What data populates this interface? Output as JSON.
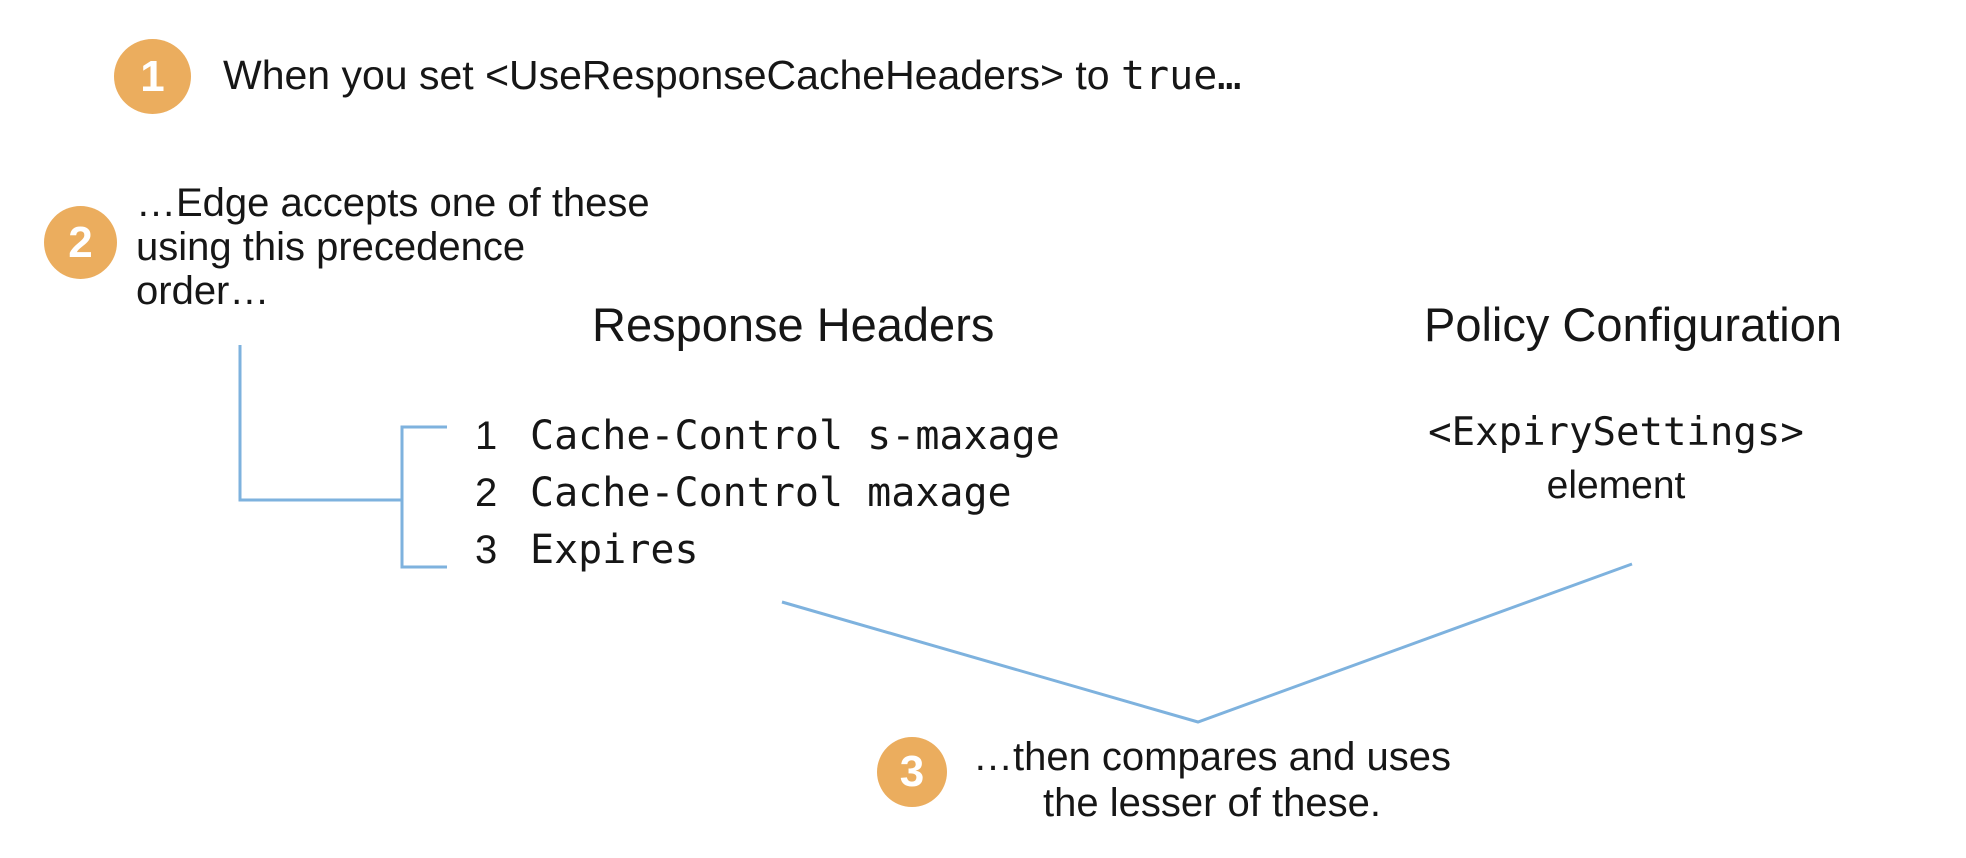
{
  "colors": {
    "badge_orange": "#EBAD5E",
    "badge_number": "#FFFFFF",
    "connector_blue": "#7EB2DE",
    "text_black": "#161616",
    "background": "#FFFFFF"
  },
  "steps": {
    "step1": {
      "badge": "1",
      "text_prefix": "When you set <UseResponseCacheHeaders> to ",
      "text_code": "true…"
    },
    "step2": {
      "badge": "2",
      "text": "…Edge accepts one of these\nusing this precedence\norder…"
    },
    "step3": {
      "badge": "3",
      "text": "…then compares and uses\nthe lesser of these."
    }
  },
  "columns": {
    "response_headers": {
      "title": "Response Headers",
      "items": [
        {
          "num": "1",
          "text": "Cache-Control s-maxage"
        },
        {
          "num": "2",
          "text": "Cache-Control maxage"
        },
        {
          "num": "3",
          "text": "Expires"
        }
      ]
    },
    "policy_configuration": {
      "title": "Policy Configuration",
      "code": "<ExpirySettings>",
      "caption": "element"
    }
  }
}
